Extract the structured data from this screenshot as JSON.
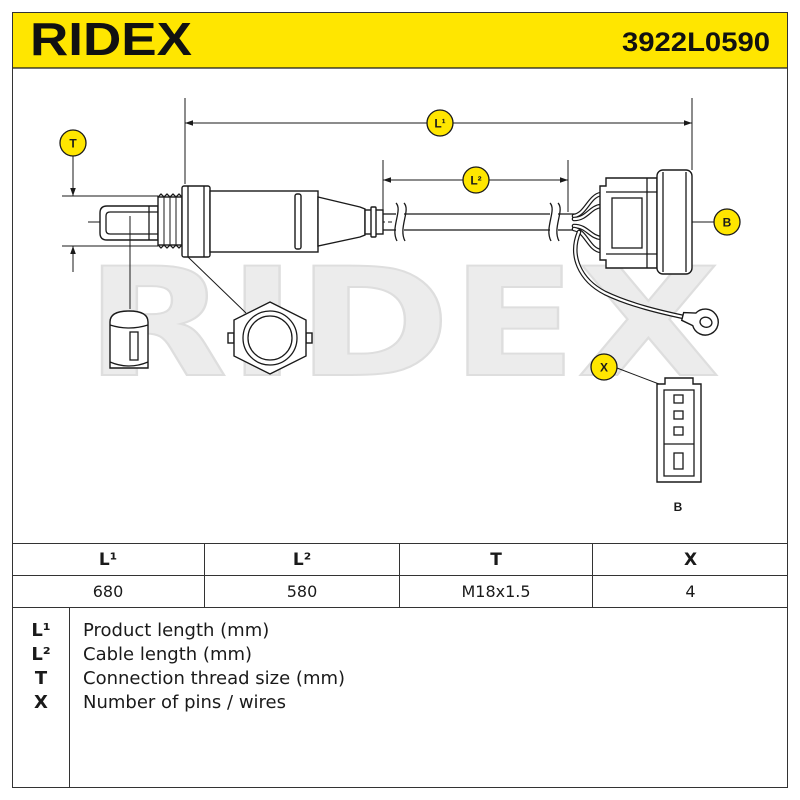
{
  "header": {
    "logo": "RIDEX",
    "part_number": "3922L0590"
  },
  "watermark": "RIDEX",
  "colors": {
    "brand_yellow": "#FFE600",
    "line": "#1A1A1A",
    "watermark": "#ECECEC"
  },
  "drawing": {
    "callouts": {
      "L1": "L¹",
      "L2": "L²",
      "T": "T",
      "B": "B",
      "X": "X"
    },
    "connector_view_label": "B"
  },
  "table": {
    "headers": [
      "L¹",
      "L²",
      "T",
      "X"
    ],
    "values": [
      "680",
      "580",
      "M18x1.5",
      "4"
    ]
  },
  "legend": [
    {
      "key": "L¹",
      "description": "Product length (mm)"
    },
    {
      "key": "L²",
      "description": "Cable length (mm)"
    },
    {
      "key": "T",
      "description": "Connection thread size (mm)"
    },
    {
      "key": "X",
      "description": "Number of pins / wires"
    }
  ]
}
